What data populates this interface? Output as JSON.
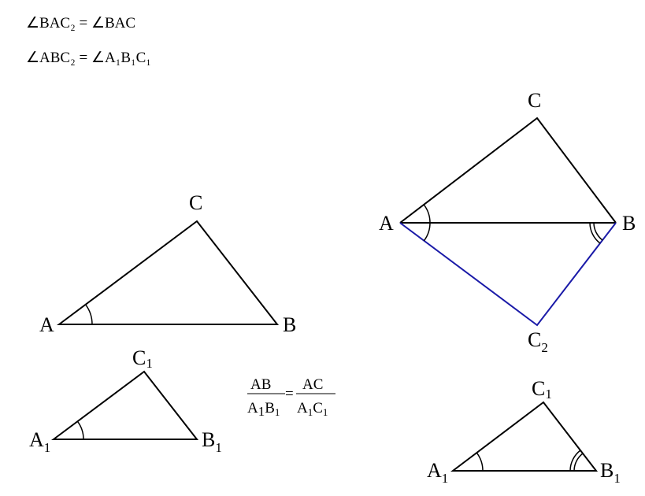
{
  "equations": {
    "line1": "∠BAC₂ = ∠BAC",
    "line2": "∠ABC₂ = ∠A₁B₁C₁"
  },
  "ratio": {
    "num1": "AB",
    "den1_a": "A",
    "den1_a_sub": "1",
    "den1_b": "B",
    "den1_b_sub": "1",
    "equals": "=",
    "num2": "AC",
    "den2_a": "A",
    "den2_a_sub": "1",
    "den2_c": "C",
    "den2_c_sub": "1"
  },
  "triangle_abc": {
    "A": "A",
    "B": "B",
    "C": "C"
  },
  "triangle_a1b1c1_left": {
    "A": "A",
    "B": "B",
    "C": "C",
    "sub": "1"
  },
  "construction": {
    "A": "A",
    "B": "B",
    "C": "C",
    "C2": "C",
    "C2_sub": "2",
    "line_color": "#1a1aa8"
  },
  "triangle_a1b1c1_right": {
    "A": "A",
    "B": "B",
    "C": "C",
    "sub": "1"
  }
}
